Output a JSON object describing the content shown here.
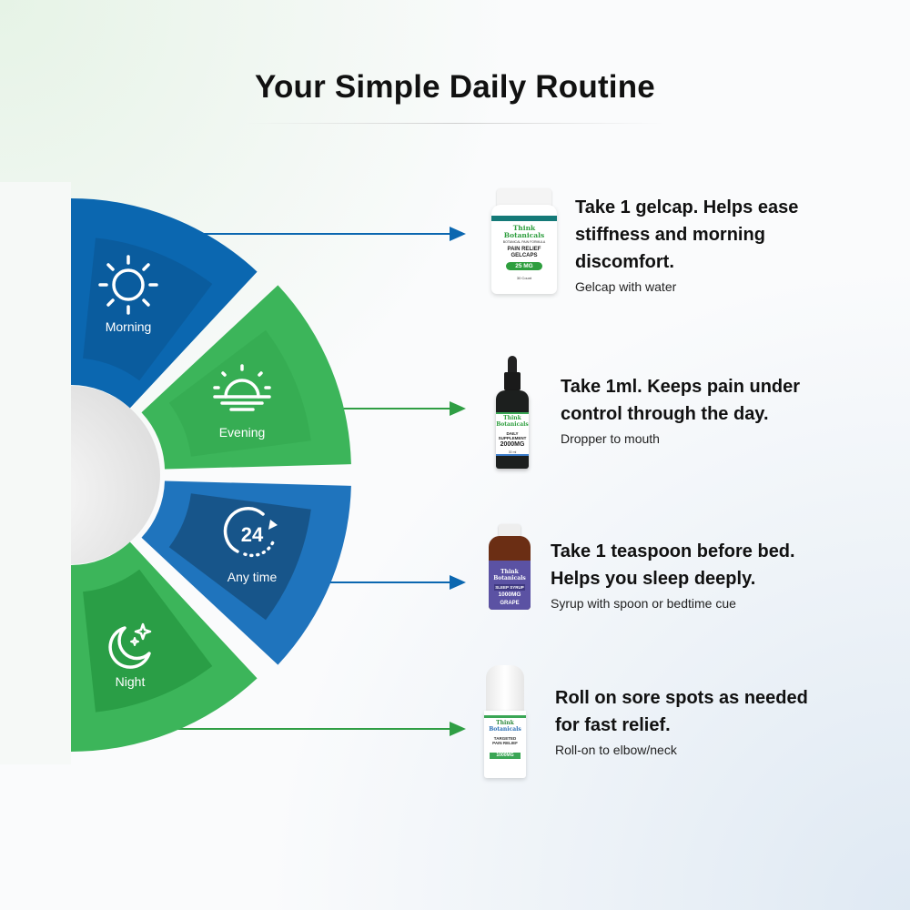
{
  "title": "Your Simple Daily Routine",
  "segments": [
    {
      "label": "Morning",
      "icon": "sun-icon",
      "color": "#0b67b0",
      "inner": "#0a5c9e"
    },
    {
      "label": "Evening",
      "icon": "sunset-icon",
      "color": "#3cb55a",
      "inner": "#36ad53"
    },
    {
      "label": "Any time",
      "icon": "clock-24-icon",
      "color": "#1f74bd",
      "inner": "#17558a"
    },
    {
      "label": "Night",
      "icon": "moon-stars-icon",
      "color": "#3cb55a",
      "inner": "#2a9e46"
    }
  ],
  "steps": [
    {
      "main": [
        "Take 1 gelcap. Helps ease",
        "stiffness and morning",
        "discomfort."
      ],
      "sub": "Gelcap with water",
      "product": {
        "brand1": "Think",
        "brand2": "Botanicals",
        "tagline": "BOTANICAL PAIN FORMULA",
        "name1": "PAIN RELIEF",
        "name2": "GELCAPS",
        "dose": "25 MG",
        "count": "30 Count"
      }
    },
    {
      "main": [
        "Take 1ml. Keeps pain under",
        "control through the day."
      ],
      "sub": "Dropper to mouth",
      "product": {
        "brand1": "Think",
        "brand2": "Botanicals",
        "name1": "DAILY",
        "name2": "SUPPLEMENT",
        "dose": "2000MG",
        "count": "30 ml"
      }
    },
    {
      "main": [
        "Take 1 teaspoon before bed.",
        "Helps you sleep deeply."
      ],
      "sub": "Syrup with spoon or bedtime cue",
      "product": {
        "brand1": "Think",
        "brand2": "Botanicals",
        "name1": "SLEEP SYRUP",
        "dose": "1000MG",
        "flavor": "GRAPE"
      }
    },
    {
      "main": [
        "Roll on sore spots as needed",
        "for fast relief."
      ],
      "sub": "Roll-on to elbow/neck",
      "product": {
        "brand1": "Think",
        "brand2": "Botanicals",
        "name1": "TARGETED",
        "name2": "PAIN RELIEF",
        "dose": "1000MG"
      }
    }
  ],
  "colors": {
    "blue": "#0b67b0",
    "green": "#2f9e44"
  }
}
